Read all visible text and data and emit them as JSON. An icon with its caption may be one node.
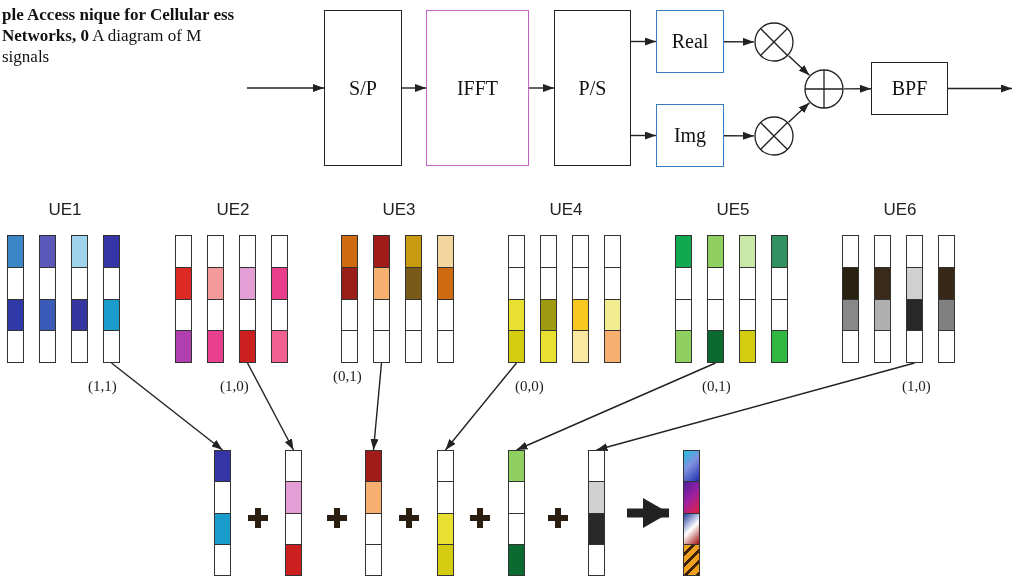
{
  "diagram": {
    "caption": "**ple Access nique for Cellular ess Networks, 0** A diagram of M signals",
    "nodes": [
      {
        "text": [
          "S/P"
        ]
      },
      {
        "text": [
          "IFFT"
        ]
      },
      {
        "text": [
          "P/S"
        ]
      },
      {
        "text": [
          "Real"
        ]
      },
      {
        "text": [
          "Img"
        ]
      },
      {
        "text": [],
        "shape": "circle"
      },
      {
        "text": [],
        "shape": "circle"
      },
      {
        "text": [],
        "shape": "circle"
      },
      {
        "text": [
          "BPF"
        ]
      },
      {
        "text": [],
        "shape": "bar"
      },
      {
        "text": [],
        "shape": "bar"
      },
      {
        "text": [],
        "shape": "bar"
      },
      {
        "text": [],
        "shape": "bar"
      },
      {
        "text": [],
        "shape": "bar"
      },
      {
        "text": [],
        "shape": "bar"
      },
      {
        "text": [],
        "shape": "bar"
      },
      {
        "text": [],
        "shape": "bar"
      },
      {
        "text": [],
        "shape": "bar"
      },
      {
        "text": [],
        "shape": "bar"
      },
      {
        "text": [],
        "shape": "bar"
      },
      {
        "text": [],
        "shape": "bar"
      },
      {
        "text": [],
        "shape": "bar"
      },
      {
        "text": [],
        "shape": "bar"
      },
      {
        "text": [],
        "shape": "bar"
      },
      {
        "text": [],
        "shape": "bar"
      },
      {
        "text": [],
        "shape": "bar"
      },
      {
        "text": [],
        "shape": "bar"
      },
      {
        "text": [],
        "shape": "bar"
      },
      {
        "text": [],
        "shape": "bar"
      },
      {
        "text": [],
        "shape": "bar"
      },
      {
        "text": [],
        "shape": "bar"
      },
      {
        "text": [],
        "shape": "bar"
      },
      {
        "text": [],
        "shape": "bar"
      },
      {
        "text": [],
        "shape": "bar"
      },
      {
        "text": [],
        "shape": "bar"
      },
      {
        "text": [],
        "shape": "bar"
      },
      {
        "text": [],
        "shape": "bar"
      },
      {
        "text": [],
        "shape": "bar"
      },
      {
        "text": [],
        "shape": "bar"
      },
      {
        "text": [],
        "shape": "bar"
      }
    ],
    "edges": [
      {
        "from": null,
        "to": 0,
        "arrow": "to"
      },
      {
        "from": 0,
        "to": 1,
        "arrow": "to"
      },
      {
        "from": 1,
        "to": 2,
        "arrow": "to"
      },
      {
        "from": 2,
        "to": 3,
        "arrow": "to"
      },
      {
        "from": 2,
        "to": 4,
        "arrow": "to"
      },
      {
        "from": 3,
        "to": 5,
        "arrow": "to"
      },
      {
        "from": 4,
        "to": 6,
        "arrow": "to"
      },
      {
        "from": 5,
        "to": 7,
        "arrow": "to"
      },
      {
        "from": 6,
        "to": 7,
        "arrow": "to"
      },
      {
        "from": 7,
        "to": 8,
        "arrow": "to"
      },
      {
        "from": 8,
        "to": null,
        "arrow": "to"
      },
      {
        "from": 12,
        "to": 33,
        "arrow": "to",
        "label": "(1,1)"
      },
      {
        "from": 15,
        "to": 34,
        "arrow": "to",
        "label": "(1,0)"
      },
      {
        "from": 18,
        "to": 35,
        "arrow": "to",
        "label": "(0,1)"
      },
      {
        "from": 21,
        "to": 36,
        "arrow": "to",
        "label": "(0,0)"
      },
      {
        "from": 26,
        "to": 37,
        "arrow": "to",
        "label": "(0,1)"
      },
      {
        "from": 31,
        "to": 38,
        "arrow": "to",
        "label": "(1,0)"
      },
      {
        "from": 38,
        "to": 39,
        "arrow": "to",
        "style": "thick"
      }
    ],
    "labels": [
      "UE1",
      "UE2",
      "UE3",
      "UE4",
      "UE5",
      "UE6"
    ]
  }
}
